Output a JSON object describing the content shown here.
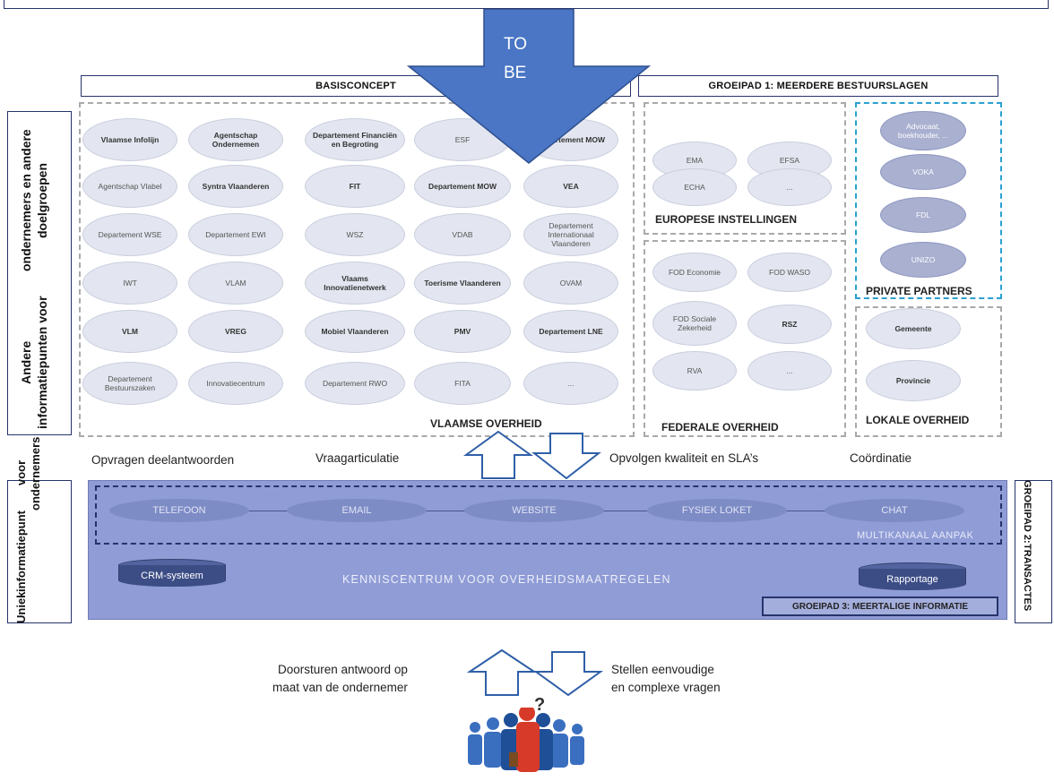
{
  "tobe": {
    "line1": "TO",
    "line2": "BE"
  },
  "headers": {
    "basis": "BASISCONCEPT",
    "groeipad1": "GROEIPAD 1: MEERDERE BESTUURSLAGEN"
  },
  "left_top_label": {
    "line1": "Andere informatiepunten voor",
    "line2": "ondernemers en andere doelgroepen"
  },
  "left_bottom_label": {
    "line1": "Uniek",
    "line2": "informatiepunt",
    "line3": "voor ondernemers"
  },
  "right_label": {
    "line1": "GROEIPAD 2:",
    "line2": "TRANSACTES"
  },
  "vlaamse": {
    "title": "VLAAMSE OVERHEID",
    "rows": [
      [
        "Vlaamse Infolijn",
        "Agentschap Ondernemen",
        "Departement Financiën en Begroting",
        "ESF",
        "Departement MOW"
      ],
      [
        "Agentschap Vlabel",
        "Syntra Vlaanderen",
        "FIT",
        "Departement MOW",
        "VEA"
      ],
      [
        "Departement WSE",
        "Departement EWI",
        "WSZ",
        "VDAB",
        "Departement Internationaal Vlaanderen"
      ],
      [
        "IWT",
        "VLAM",
        "Vlaams Innovatienetwerk",
        "Toerisme Vlaanderen",
        "OVAM"
      ],
      [
        "VLM",
        "VREG",
        "Mobiel Vlaanderen",
        "PMV",
        "Departement LNE"
      ],
      [
        "Departement Bestuurszaken",
        "Innovatiecentrum",
        "Departement RWO",
        "FITA",
        "..."
      ]
    ]
  },
  "europese": {
    "title": "EUROPESE INSTELLINGEN",
    "items": [
      "EMA",
      "EFSA",
      "ECHA",
      "..."
    ]
  },
  "federale": {
    "title": "FEDERALE OVERHEID",
    "items": [
      "FOD Economie",
      "FOD WASO",
      "FOD Sociale Zekerheid",
      "RSZ",
      "RVA",
      "..."
    ]
  },
  "private": {
    "title": "PRIVATE PARTNERS",
    "items": [
      "Advocaat, boekhouder, ...",
      "VOKA",
      "FDL",
      "UNIZO"
    ]
  },
  "lokale": {
    "title": "LOKALE OVERHEID",
    "items": [
      "Gemeente",
      "Provincie"
    ]
  },
  "middle_texts": {
    "t1": "Opvragen deelantwoorden",
    "t2": "Vraagarticulatie",
    "t3": "Opvolgen kwaliteit en SLA’s",
    "t4": "Coördinatie"
  },
  "channels": [
    "TELEFOON",
    "EMAIL",
    "WEBSITE",
    "FYSIEK LOKET",
    "CHAT"
  ],
  "multikanaal": "MULTIKANAAL AANPAK",
  "kenniscentrum": "KENNISCENTRUM VOOR OVERHEIDSMAATREGELEN",
  "crm": "CRM-systeem",
  "rapportage": "Rapportage",
  "groeipad3": "GROEIPAD 3: MEERTALIGE INFORMATIE",
  "bottom_texts": {
    "left1": "Doorsturen antwoord op",
    "left2": "maat van de ondernemer",
    "right1": "Stellen eenvoudige",
    "right2": "en complexe vragen",
    "question": "?"
  },
  "colors": {
    "arrow_blue": "#4a76c5",
    "panel_blue": "#8f9cd6",
    "dark_navy": "#26336b",
    "dash_blue": "#2aa0d0"
  }
}
